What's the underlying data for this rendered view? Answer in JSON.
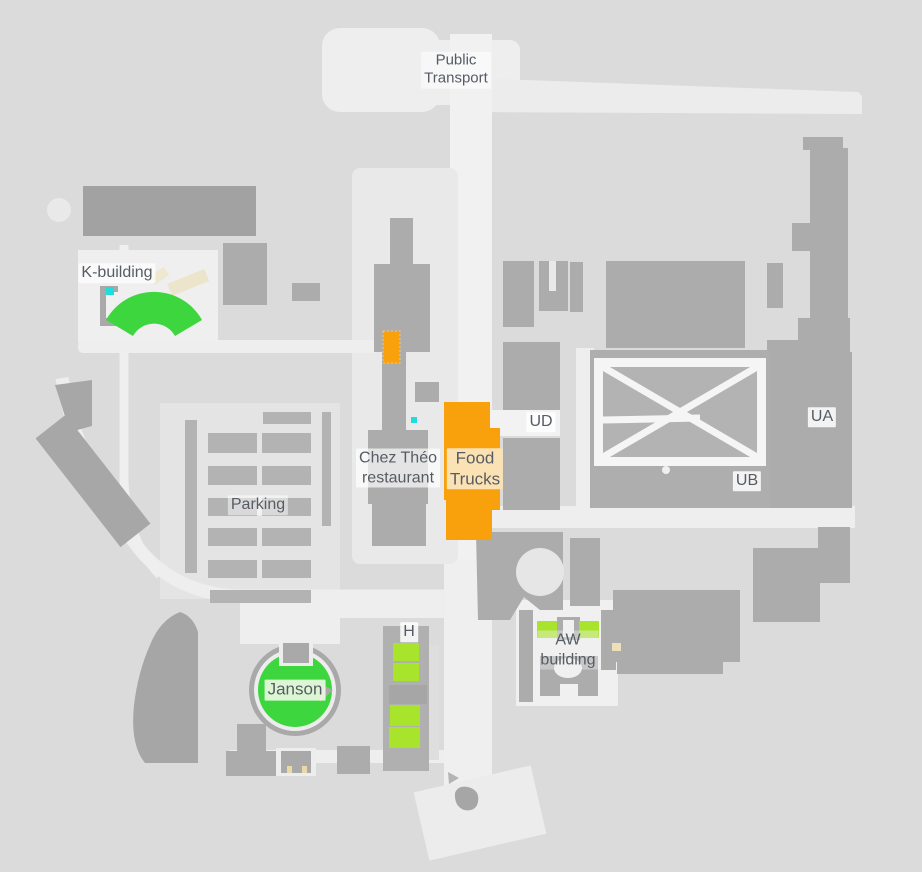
{
  "map_labels": {
    "public_transport": "Public\nTransport",
    "k_building": "K-building",
    "chez_theo": "Chez Théo\nrestaurant",
    "food_trucks": "Food\nTrucks",
    "ud": "UD",
    "ua": "UA",
    "ub": "UB",
    "parking": "Parking",
    "janson": "Janson",
    "h": "H",
    "aw_building": "AW\nbuilding"
  },
  "colors": {
    "background": "#dbdbdb",
    "road_light": "#ececec",
    "road_bright": "#f2f2f2",
    "building_gray": "#acacac",
    "building_dark": "#a2a2a2",
    "parking_row_gray": "#b3b3b3",
    "highlight_green": "#3ed63e",
    "highlight_yellow_green": "#a9e42d",
    "highlight_orange": "#f9a00d",
    "label_text": "#565c64",
    "food_trucks_label_bg": "#fbe2b4",
    "marker_cyan": "#1fdddd",
    "marker_beige": "#ece0b8"
  }
}
